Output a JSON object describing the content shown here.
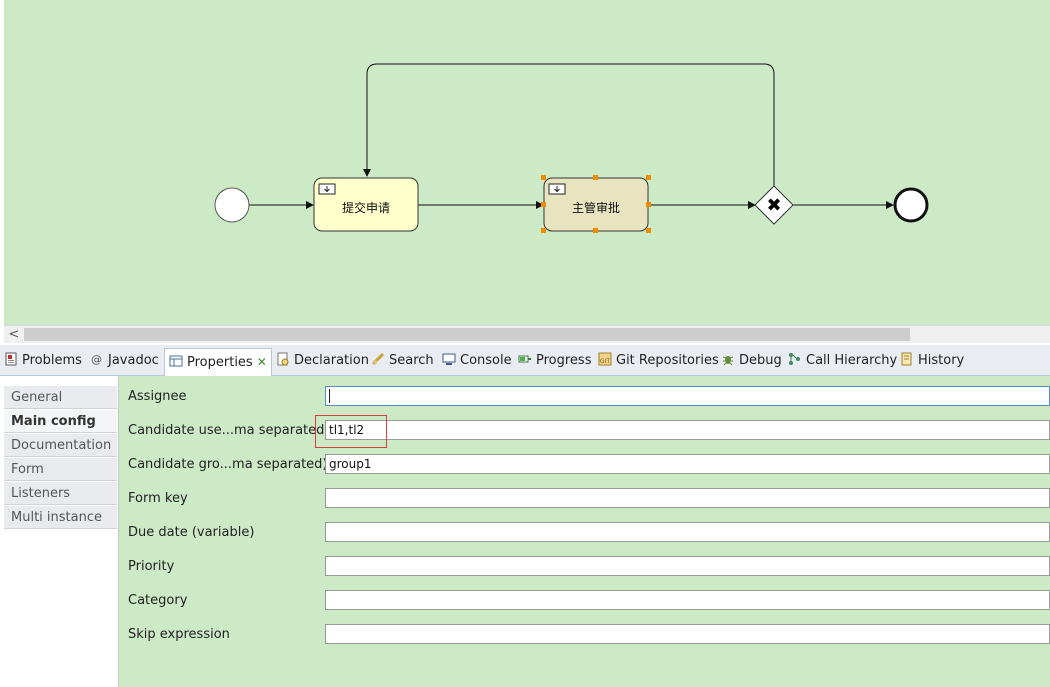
{
  "diagram": {
    "background": "#cdeac7",
    "tasks": [
      {
        "label": "提交申请",
        "selected": false
      },
      {
        "label": "主管审批",
        "selected": true
      }
    ],
    "gateway": {
      "type": "exclusive",
      "symbol": "✖"
    }
  },
  "scrollbar": {
    "left_arrow": "<"
  },
  "tabs": [
    {
      "label": "Problems",
      "icon": "problems-icon"
    },
    {
      "label": "Javadoc",
      "icon": "javadoc-icon"
    },
    {
      "label": "Properties",
      "icon": "properties-icon",
      "active": true,
      "close": "✕"
    },
    {
      "label": "Declaration",
      "icon": "declaration-icon"
    },
    {
      "label": "Search",
      "icon": "search-icon"
    },
    {
      "label": "Console",
      "icon": "console-icon"
    },
    {
      "label": "Progress",
      "icon": "progress-icon"
    },
    {
      "label": "Git Repositories",
      "icon": "git-icon"
    },
    {
      "label": "Debug",
      "icon": "debug-icon"
    },
    {
      "label": "Call Hierarchy",
      "icon": "call-hierarchy-icon"
    },
    {
      "label": "History",
      "icon": "history-icon"
    }
  ],
  "sidebar": {
    "items": [
      {
        "label": "General"
      },
      {
        "label": "Main config",
        "selected": true
      },
      {
        "label": "Documentation"
      },
      {
        "label": "Form"
      },
      {
        "label": "Listeners"
      },
      {
        "label": "Multi instance"
      }
    ]
  },
  "form": {
    "fields": [
      {
        "label": "Assignee",
        "value": ""
      },
      {
        "label": "Candidate use...ma separated)",
        "value": "tl1,tl2"
      },
      {
        "label": "Candidate gro...ma separated)",
        "value": "group1"
      },
      {
        "label": "Form key",
        "value": ""
      },
      {
        "label": "Due date (variable)",
        "value": ""
      },
      {
        "label": "Priority",
        "value": ""
      },
      {
        "label": "Category",
        "value": ""
      },
      {
        "label": "Skip expression",
        "value": ""
      }
    ]
  },
  "colors": {
    "canvas": "#cdeac7",
    "task_fill": "#ffffcc",
    "task_selected_fill": "#e8e4c0",
    "selection_handles": "#f08c00",
    "highlight_box": "#e03a3a"
  }
}
